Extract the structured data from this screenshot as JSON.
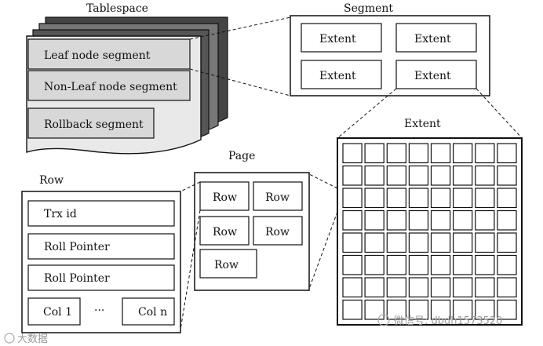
{
  "tablespace": {
    "title": "Tablespace",
    "segments": [
      "Leaf node segment",
      "Non-Leaf node segment",
      "Rollback segment"
    ]
  },
  "segment": {
    "title": "Segment",
    "extents": [
      "Extent",
      "Extent",
      "Extent",
      "Extent"
    ]
  },
  "extent": {
    "title": "Extent",
    "grid_rows": 8,
    "grid_cols": 8
  },
  "page": {
    "title": "Page",
    "rows": [
      "Row",
      "Row",
      "Row",
      "Row",
      "Row"
    ]
  },
  "row": {
    "title": "Row",
    "fields": [
      "Trx id",
      "Roll Pointer",
      "Roll Pointer"
    ],
    "col_first": "Col 1",
    "ellipsis": "···",
    "col_last": "Col n"
  },
  "watermark": {
    "left": "大数据",
    "right": "微信号: dbdh1573520"
  }
}
